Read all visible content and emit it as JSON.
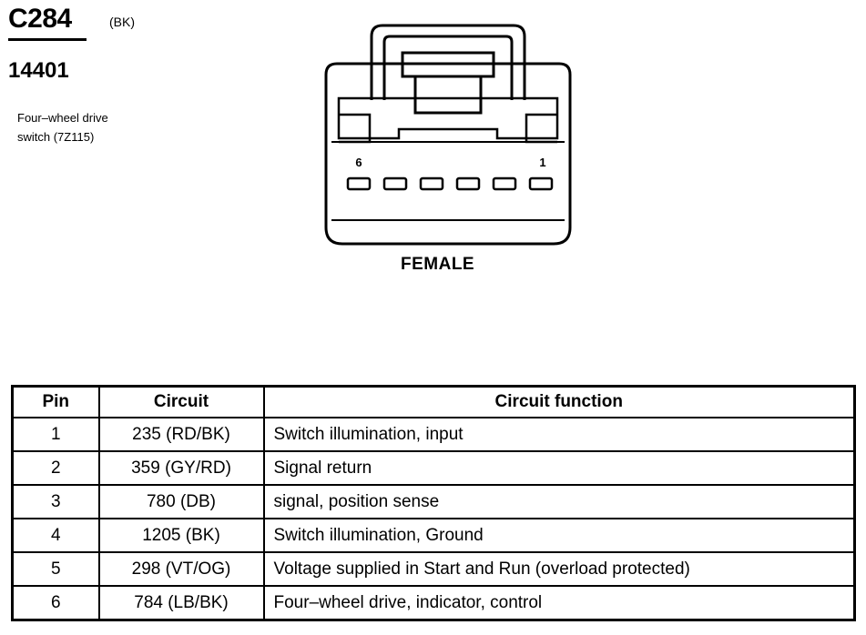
{
  "connector": {
    "code": "C284",
    "color": "(BK)",
    "part_number": "14401",
    "description_line1": "Four–wheel drive",
    "description_line2": "switch (7Z115)",
    "pin_label_left": "6",
    "pin_label_right": "1",
    "gender": "FEMALE",
    "pin_count": 6
  },
  "table": {
    "headers": [
      "Pin",
      "Circuit",
      "Circuit function"
    ],
    "rows": [
      {
        "pin": "1",
        "circuit": "235 (RD/BK)",
        "function": "Switch illumination, input"
      },
      {
        "pin": "2",
        "circuit": "359 (GY/RD)",
        "function": "Signal return"
      },
      {
        "pin": "3",
        "circuit": "780 (DB)",
        "function": "signal, position sense"
      },
      {
        "pin": "4",
        "circuit": "1205 (BK)",
        "function": "Switch illumination, Ground"
      },
      {
        "pin": "5",
        "circuit": "298 (VT/OG)",
        "function": "Voltage supplied in Start and Run (overload protected)"
      },
      {
        "pin": "6",
        "circuit": "784 (LB/BK)",
        "function": "Four–wheel drive, indicator, control"
      }
    ]
  }
}
